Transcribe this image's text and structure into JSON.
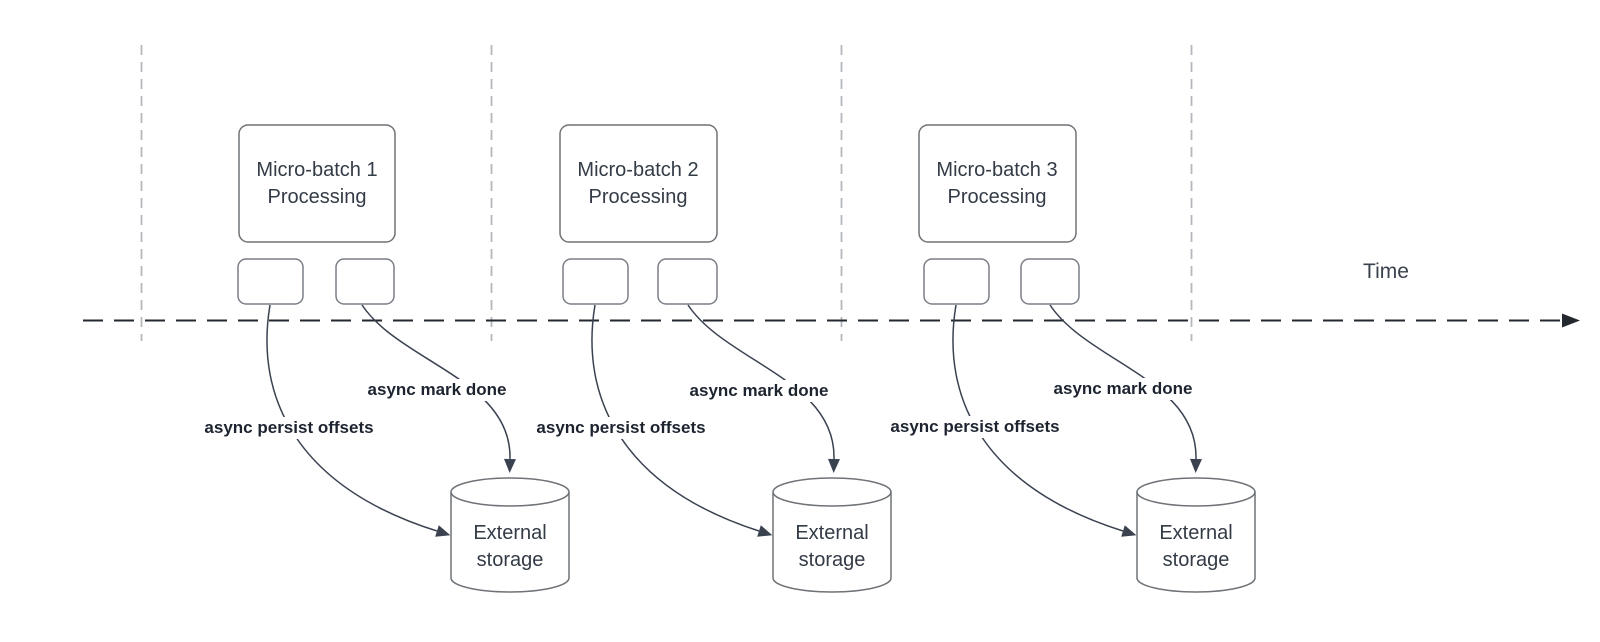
{
  "timeline": {
    "label": "Time"
  },
  "sections": [
    {
      "box": {
        "line1": "Micro-batch 1",
        "line2": "Processing"
      },
      "persist_label": "async persist offsets",
      "mark_label": "async mark done",
      "storage": {
        "line1": "External",
        "line2": "storage"
      }
    },
    {
      "box": {
        "line1": "Micro-batch 2",
        "line2": "Processing"
      },
      "persist_label": "async persist offsets",
      "mark_label": "async mark done",
      "storage": {
        "line1": "External",
        "line2": "storage"
      }
    },
    {
      "box": {
        "line1": "Micro-batch 3",
        "line2": "Processing"
      },
      "persist_label": "async persist offsets",
      "mark_label": "async mark done",
      "storage": {
        "line1": "External",
        "line2": "storage"
      }
    }
  ],
  "colors": {
    "shape_stroke": "#6f7377",
    "arrow_stroke": "#3a4250",
    "axis_stroke": "#23282f",
    "guide_stroke": "#b4b8bd",
    "text": "#333b46",
    "label_text": "#1d2430"
  }
}
